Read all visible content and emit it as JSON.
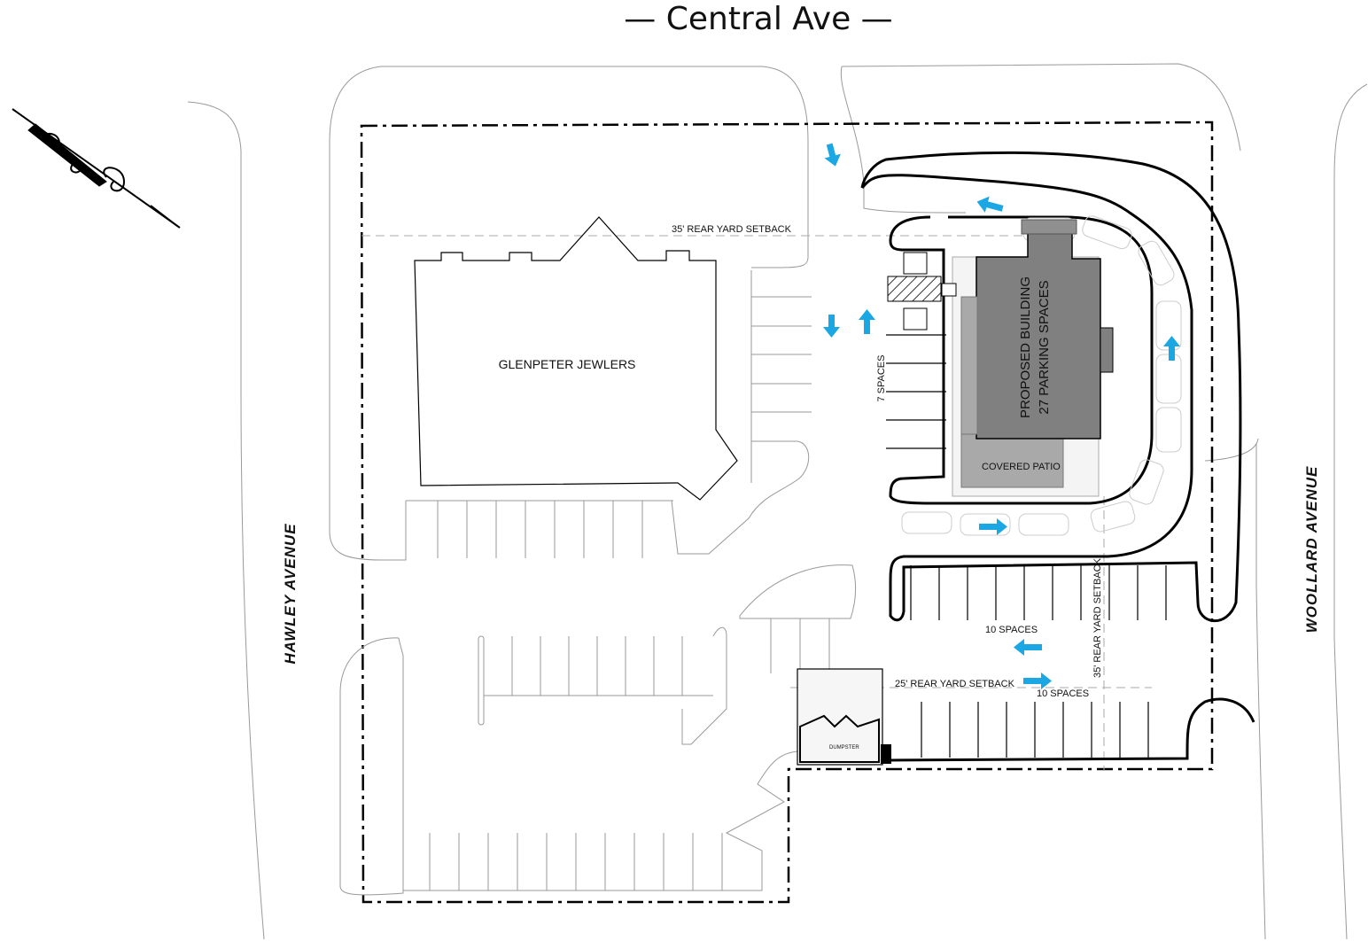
{
  "title": "— Central Ave —",
  "streets": {
    "west": "HAWLEY AVENUE",
    "east": "WOOLLARD AVENUE"
  },
  "buildings": {
    "existing": "GLENPETER JEWLERS",
    "proposed_line1": "PROPOSED BUILDING",
    "proposed_line2": "27 PARKING SPACES",
    "patio": "COVERED PATIO",
    "dumpster": "DUMPSTER"
  },
  "setbacks": {
    "top": "35' REAR YARD SETBACK",
    "right": "35' REAR YARD SETBACK",
    "bottom": "25' REAR YARD SETBACK"
  },
  "parking": {
    "west_row": "7 SPACES",
    "middle_row": "10 SPACES",
    "bottom_row": "10 SPACES"
  },
  "colors": {
    "flow_arrow": "#1aa7e3",
    "building_fill": "#808080",
    "patio_fill": "#a9a9a9"
  }
}
